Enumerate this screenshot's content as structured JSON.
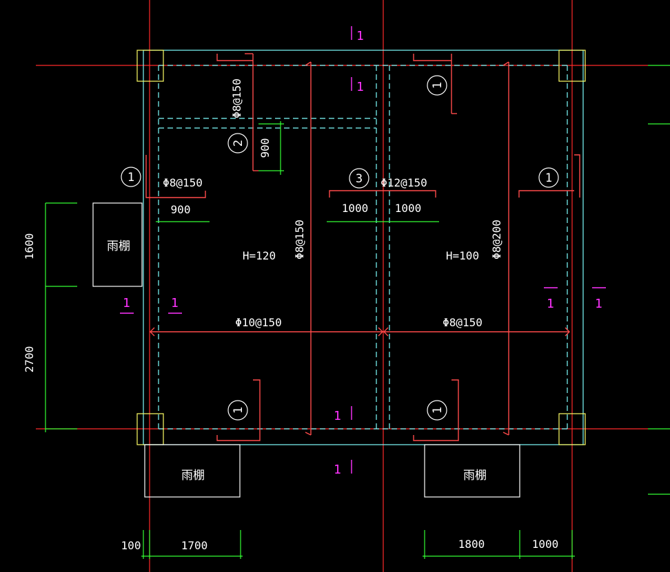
{
  "colors": {
    "background": "#000000",
    "axis": "#ff2a2a",
    "wall": "#7fffff",
    "column": "#ffff66",
    "rebar": "#ff4a4a",
    "dim": "#33ff33",
    "text": "#ffffff",
    "section": "#ff33ff",
    "canopy": "#ffffff"
  },
  "section_marks": {
    "top_outer": "1",
    "top_inner": "1",
    "bottom_inner": "1",
    "bottom_outer": "1",
    "left_outer": "1",
    "left_inner": "1",
    "right_inner": "1",
    "right_outer": "1"
  },
  "rebar_callouts": {
    "c1_top": "1",
    "c2": "2",
    "c1_left": "1",
    "c3": "3",
    "c1_right": "1",
    "c1_bottom_left": "1",
    "c1_bottom_right": "1"
  },
  "labels": {
    "vert_left_top": "Φ8@150",
    "span_900_vert": "900",
    "left_top_bar": "Φ8@150",
    "left_900": "900",
    "mid_top_bar": "Φ12@150",
    "mid_1000_left": "1000",
    "mid_1000_right": "1000",
    "slab_left_h": "H=120",
    "slab_right_h": "H=100",
    "vert_mid_left": "Φ8@150",
    "vert_right": "Φ8@200",
    "bottom_bar_left": "Φ10@150",
    "bottom_bar_right": "Φ8@150"
  },
  "canopies": {
    "left": "雨棚",
    "bottom_left": "雨棚",
    "bottom_right": "雨棚"
  },
  "dimensions": {
    "left_upper": "1600",
    "left_lower": "2700",
    "bottom_100": "100",
    "bottom_1700": "1700",
    "bottom_1800": "1800",
    "bottom_1000": "1000"
  }
}
